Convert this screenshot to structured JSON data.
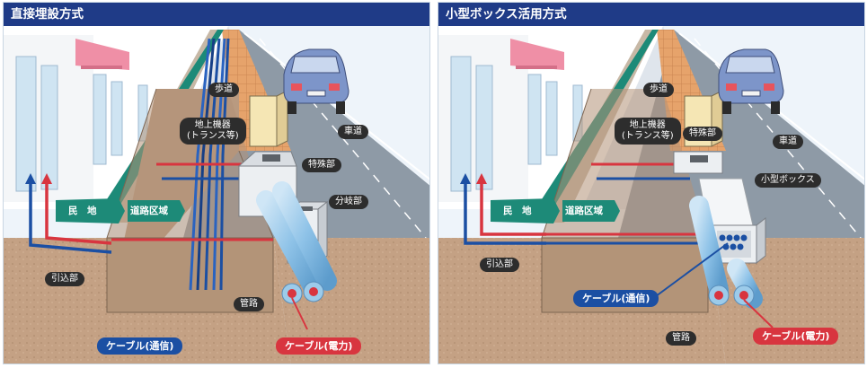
{
  "left_panel": {
    "title": "直接埋設方式",
    "labels": {
      "sidewalk": "歩道",
      "ground_equipment": "地上機器\n(トランス等)",
      "roadway": "車道",
      "special_section": "特殊部",
      "branch_section": "分岐部",
      "private_land": "民　地",
      "road_area": "道路区域",
      "lead_in": "引込部",
      "conduit": "管路",
      "cable_comm": "ケーブル(通信)",
      "cable_power": "ケーブル(電力)"
    }
  },
  "right_panel": {
    "title": "小型ボックス活用方式",
    "labels": {
      "sidewalk": "歩道",
      "ground_equipment": "地上機器\n(トランス等)",
      "roadway": "車道",
      "special_section": "特殊部",
      "small_box": "小型ボックス",
      "private_land": "民　地",
      "road_area": "道路区域",
      "lead_in": "引込部",
      "conduit": "管路",
      "cable_comm": "ケーブル(通信)",
      "cable_power": "ケーブル(電力)"
    }
  },
  "colors": {
    "title_bar": "#1f3b87",
    "comm_cable": "#1b4fa3",
    "power_cable": "#d8353f",
    "green_band": "#1d8a78",
    "soil": "#c4a184",
    "road": "#8e9aa6",
    "sky": "#eef4fa"
  }
}
